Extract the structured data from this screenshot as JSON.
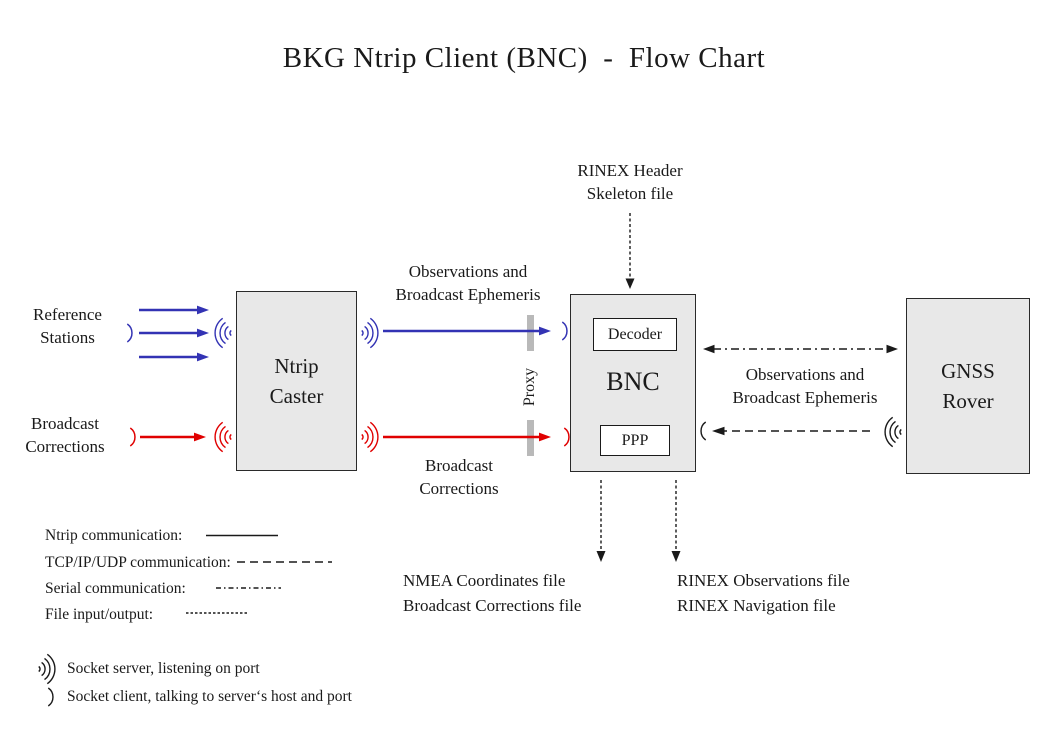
{
  "title": "BKG Ntrip Client (BNC)  -  Flow Chart",
  "colors": {
    "blue": "#3333b4",
    "red": "#e00000",
    "black": "#1a1a1a",
    "box_fill": "#e8e8e8",
    "proxy_gray": "#b9b9b9"
  },
  "nodes": {
    "ntrip_caster": [
      "Ntrip",
      "Caster"
    ],
    "bnc": "BNC",
    "decoder": "Decoder",
    "ppp": "PPP",
    "gnss_rover": [
      "GNSS",
      "Rover"
    ]
  },
  "labels": {
    "rinex_header_skeleton": [
      "RINEX Header",
      "Skeleton file"
    ],
    "reference_stations": [
      "Reference",
      "Stations"
    ],
    "broadcast_corrections_left": [
      "Broadcast",
      "Corrections"
    ],
    "obs_ephemeris_left": [
      "Observations and",
      "Broadcast Ephemeris"
    ],
    "broadcast_corrections_mid": [
      "Broadcast",
      "Corrections"
    ],
    "proxy": "Proxy",
    "obs_ephemeris_right": [
      "Observations and",
      "Broadcast Ephemeris"
    ],
    "nmea_files": [
      "NMEA Coordinates file",
      "Broadcast Corrections file"
    ],
    "rinex_files": [
      "RINEX Observations file",
      "RINEX Navigation file"
    ]
  },
  "legend": {
    "items": [
      {
        "label": "Ntrip communication:",
        "style": "solid"
      },
      {
        "label": "TCP/IP/UDP communication:",
        "style": "dashed"
      },
      {
        "label": "Serial communication:",
        "style": "dashdot"
      },
      {
        "label": "File input/output:",
        "style": "dotted"
      }
    ],
    "socket_server": "Socket server, listening on port",
    "socket_client": "Socket client, talking to server‘s host and port"
  }
}
